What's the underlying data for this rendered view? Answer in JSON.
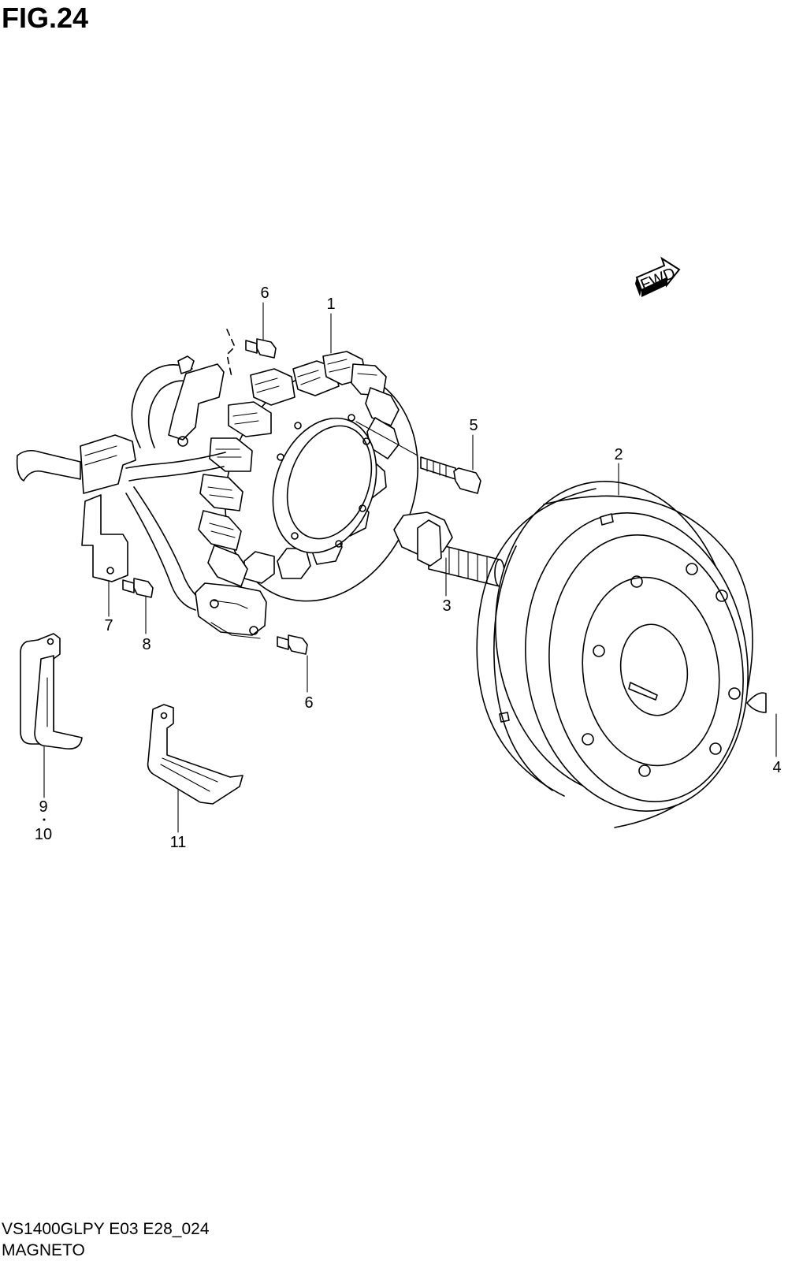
{
  "figure": {
    "title": "FIG.24",
    "model_code": "VS1400GLPY E03 E28_024",
    "section_name": "MAGNETO",
    "direction_marker": "FWD"
  },
  "callouts": [
    {
      "id": "c1",
      "label": "1"
    },
    {
      "id": "c2",
      "label": "2"
    },
    {
      "id": "c3",
      "label": "3"
    },
    {
      "id": "c4",
      "label": "4"
    },
    {
      "id": "c5",
      "label": "5"
    },
    {
      "id": "c6a",
      "label": "6"
    },
    {
      "id": "c6b",
      "label": "6"
    },
    {
      "id": "c7",
      "label": "7"
    },
    {
      "id": "c8",
      "label": "8"
    },
    {
      "id": "c9",
      "label": "9"
    },
    {
      "id": "c10",
      "label": "10"
    },
    {
      "id": "c11",
      "label": "11"
    }
  ]
}
